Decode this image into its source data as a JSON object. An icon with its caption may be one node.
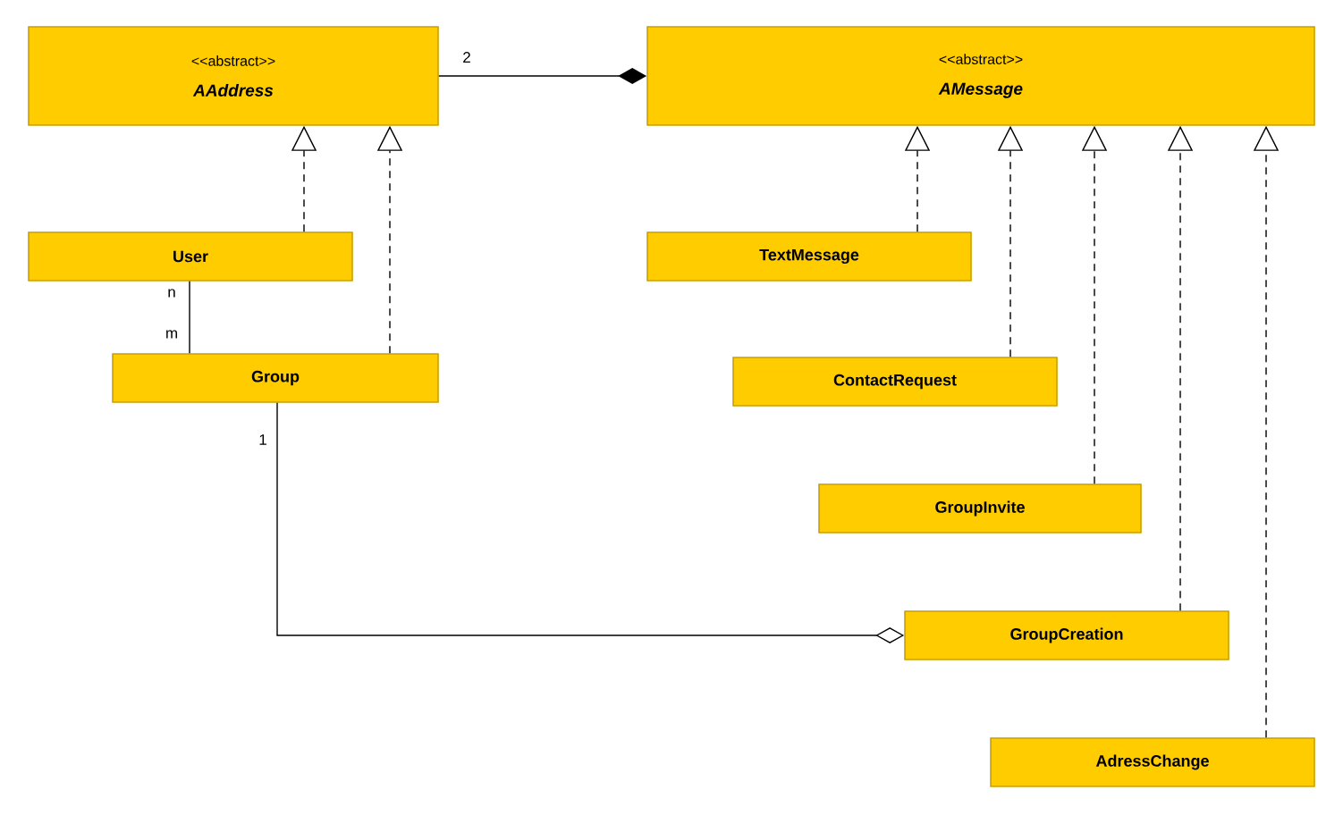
{
  "diagram": {
    "nodes": [
      {
        "text": [
          "<<abstract>>",
          "AAddress"
        ]
      },
      {
        "text": [
          "<<abstract>>",
          "AMessage"
        ]
      },
      {
        "text": [
          "User"
        ]
      },
      {
        "text": [
          "TextMessage"
        ]
      },
      {
        "text": [
          "Group"
        ]
      },
      {
        "text": [
          "ContactRequest"
        ]
      },
      {
        "text": [
          "GroupInvite"
        ]
      },
      {
        "text": [
          "GroupCreation"
        ]
      },
      {
        "text": [
          "AdressChange"
        ]
      }
    ],
    "edges": [
      {
        "from": 0,
        "to": 1,
        "arrow": "other"
      },
      {
        "from": 2,
        "to": 0,
        "arrow": "to",
        "style": "dashed"
      },
      {
        "from": 4,
        "to": 0,
        "arrow": "to",
        "style": "dashed"
      },
      {
        "from": 2,
        "to": 4,
        "arrow": "none"
      },
      {
        "from": 3,
        "to": 1,
        "arrow": "to",
        "style": "dashed"
      },
      {
        "from": 5,
        "to": 1,
        "arrow": "to",
        "style": "dashed"
      },
      {
        "from": 6,
        "to": 1,
        "arrow": "to",
        "style": "dashed"
      },
      {
        "from": 7,
        "to": 1,
        "arrow": "to",
        "style": "dashed"
      },
      {
        "from": 8,
        "to": 1,
        "arrow": "to",
        "style": "dashed"
      },
      {
        "from": 4,
        "to": 7,
        "arrow": "other"
      }
    ],
    "labels": [
      "2",
      "n",
      "m",
      "1"
    ]
  }
}
